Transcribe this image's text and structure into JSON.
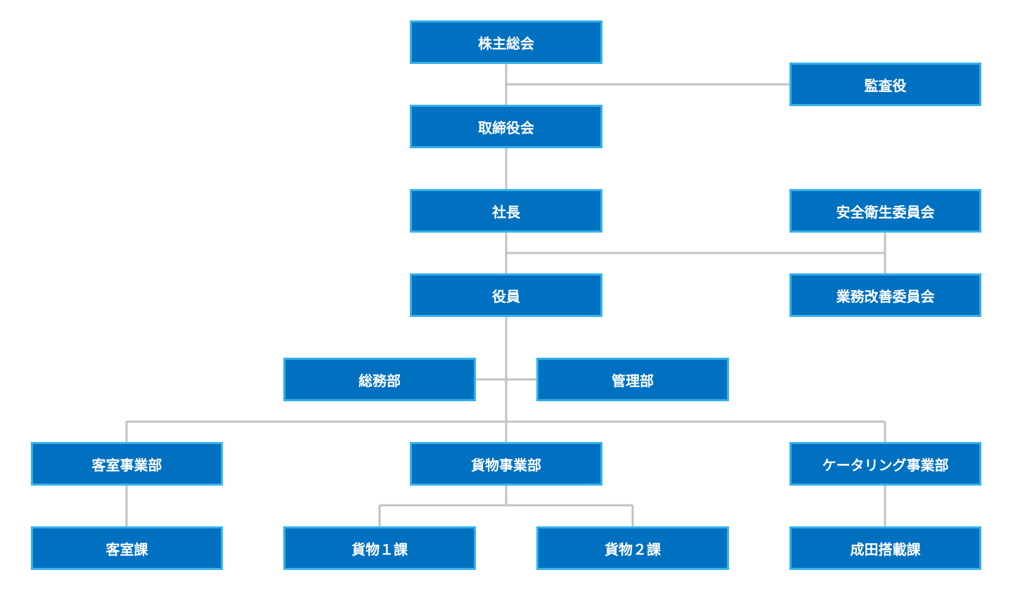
{
  "org_chart": {
    "shareholders_meeting": "株主総会",
    "auditor": "監査役",
    "board_of_directors": "取締役会",
    "president": "社長",
    "safety_health_committee": "安全衛生委員会",
    "executives": "役員",
    "business_improvement_committee": "業務改善委員会",
    "general_affairs_dept": "総務部",
    "administration_dept": "管理部",
    "cabin_business_dept": "客室事業部",
    "cargo_business_dept": "貨物事業部",
    "catering_business_dept": "ケータリング事業部",
    "cabin_section": "客室課",
    "cargo_section_1": "貨物１課",
    "cargo_section_2": "貨物２課",
    "narita_loading_section": "成田搭載課"
  },
  "colors": {
    "box_fill": "#0070c0",
    "box_border": "#33b2e8",
    "connector": "#c2c2c2",
    "text": "#ffffff"
  }
}
